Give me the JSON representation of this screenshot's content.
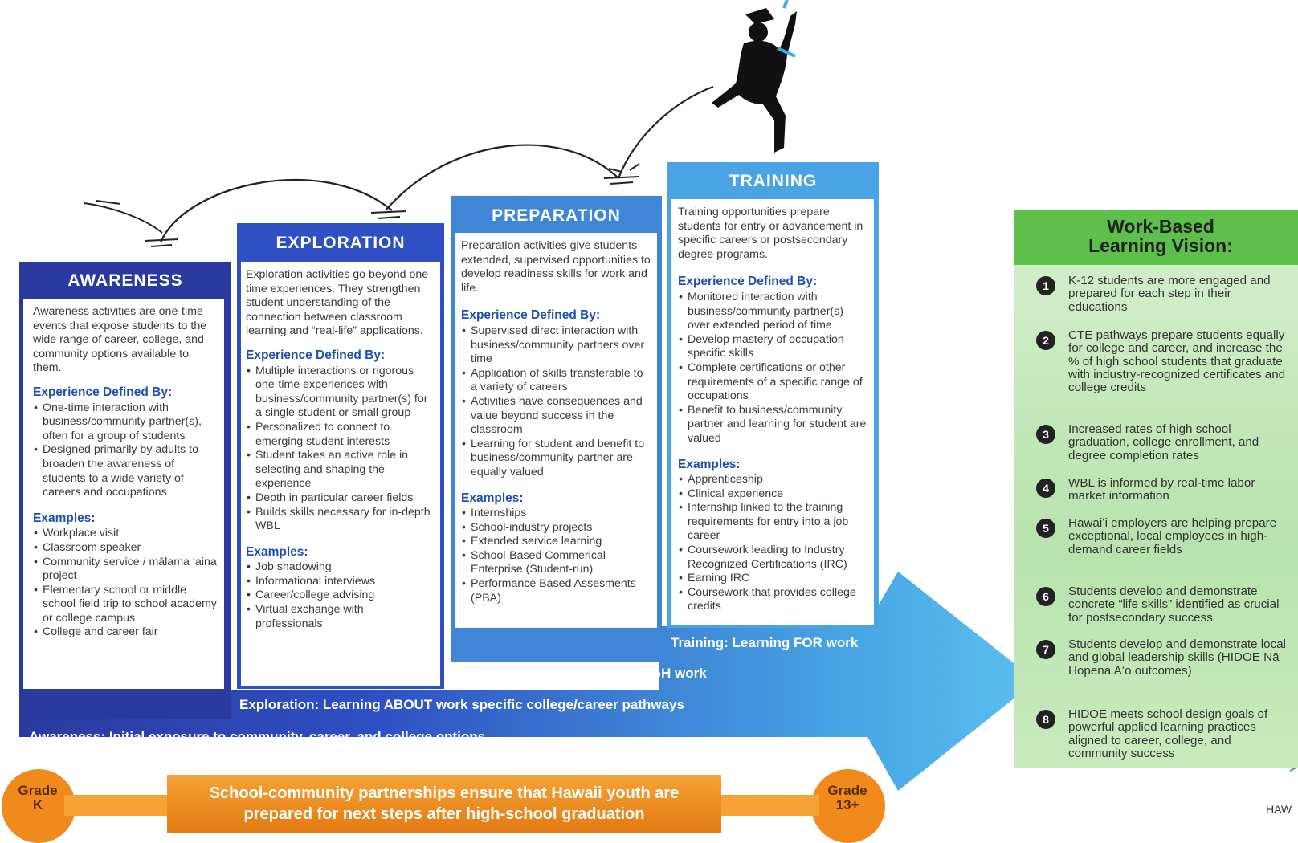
{
  "awareness": {
    "title": "AWARENESS",
    "intro": "Awareness activities are one-time events that expose students to the wide range of career, college, and community options available to them.",
    "defined_heading": "Experience Defined By:",
    "defined": [
      "One-time interaction with business/community partner(s), often for a group of students",
      "Designed primarily by adults to broaden the awareness of students to a wide variety of careers and occupations"
    ],
    "examples_heading": "Examples:",
    "examples": [
      "Workplace visit",
      "Classroom speaker",
      "Community service / mālama ʻaina project",
      "Elementary school or middle school field trip to school academy or college campus",
      "College and career fair"
    ]
  },
  "exploration": {
    "title": "EXPLORATION",
    "intro": "Exploration activities go beyond one-time experiences. They strengthen student understanding of the connection between classroom learning and “real-life” applications.",
    "defined_heading": "Experience Defined By:",
    "defined": [
      "Multiple interactions or rigorous one-time experiences with business/community partner(s) for a single student or small group",
      "Personalized to connect to emerging student interests",
      "Student takes an active role in selecting and shaping the experience",
      "Depth in particular career fields",
      "Builds skills necessary for in-depth WBL"
    ],
    "examples_heading": "Examples:",
    "examples": [
      "Job shadowing",
      "Informational interviews",
      "Career/college advising",
      "Virtual exchange with professionals"
    ]
  },
  "preparation": {
    "title": "PREPARATION",
    "intro": "Preparation activities give students extended, supervised opportunities to develop readiness skills for work and life.",
    "defined_heading": "Experience Defined By:",
    "defined": [
      "Supervised direct interaction with business/community partners over time",
      "Application of skills transferable to a variety of careers",
      "Activities have consequences and value beyond success in the classroom",
      "Learning for student and benefit to business/community partner are equally valued"
    ],
    "examples_heading": "Examples:",
    "examples": [
      "Internships",
      "School-industry projects",
      "Extended service learning",
      "School-Based Commerical Enterprise (Student-run)",
      "Performance Based Assesments (PBA)"
    ]
  },
  "training": {
    "title": "TRAINING",
    "intro": "Training opportunities prepare students for entry or advancement in specific careers or postsecondary degree programs.",
    "defined_heading": "Experience Defined By:",
    "defined": [
      "Monitored interaction with business/community partner(s) over extended period of time",
      "Develop mastery of occupation-specific skills",
      "Complete certifications or other requirements of a specific range of occupations",
      "Benefit to business/community partner and learning for student are valued"
    ],
    "examples_heading": "Examples:",
    "examples": [
      "Apprenticeship",
      "Clinical experience",
      "Internship linked to the training requirements for entry into a job career",
      "Coursework leading to Industry Recognized Certifications (IRC)",
      "Earning IRC",
      "Coursework that provides college credits"
    ]
  },
  "bands": {
    "training": "Training: Learning FOR work",
    "preparation": "Preparation: Learning THROUGH work",
    "exploration": "Exploration: Learning ABOUT work specific college/career pathways",
    "awareness": "Awareness: Initial exposure to community, career, and college options"
  },
  "vision": {
    "title": "Work-Based Learning Vision:",
    "items": [
      {
        "n": "1",
        "text": "K-12 students are more engaged and prepared for each step in their educations"
      },
      {
        "n": "2",
        "text": "CTE pathways prepare students equally for college and career, and increase the % of high school students that graduate with industry-recognized certificates and college credits"
      },
      {
        "n": "3",
        "text": "Increased rates of high school graduation, college enrollment, and degree completion rates"
      },
      {
        "n": "4",
        "text": "WBL is informed by real-time labor market information"
      },
      {
        "n": "5",
        "text": "Hawaiʻi employers are helping prepare exceptional, local employees in high-demand career fields"
      },
      {
        "n": "6",
        "text": "Students develop and demonstrate concrete “life skills” identified as crucial for postsecondary success"
      },
      {
        "n": "7",
        "text": "Students develop and demonstrate local and global leadership skills (HIDOE Nā Hopena Aʻo outcomes)"
      },
      {
        "n": "8",
        "text": "HIDOE meets school design goals of powerful applied learning practices aligned to career, college, and community success"
      }
    ]
  },
  "footer": {
    "grade_start": "Grade K",
    "grade_end": "Grade 13+",
    "banner_line1": "School-community partnerships ensure that Hawaii youth are",
    "banner_line2": "prepared for next steps after high-school graduation"
  },
  "corner_logo": "HAW",
  "colors": {
    "awareness": "#2b3a9e",
    "exploration": "#2f4fc4",
    "preparation": "#3f86d6",
    "training": "#4aa4e4",
    "vision_green": "#5cc04a",
    "orange": "#f08a1c"
  }
}
